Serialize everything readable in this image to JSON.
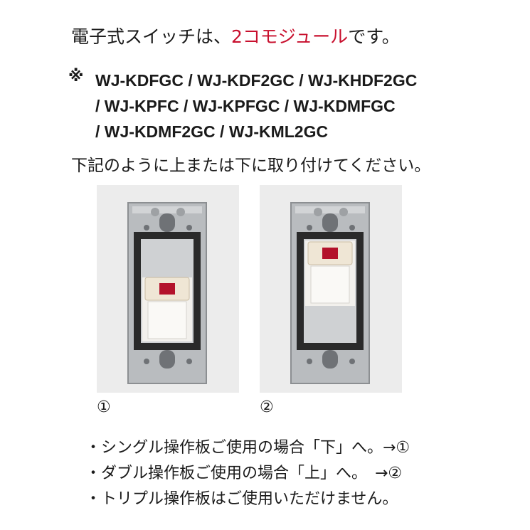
{
  "headline": {
    "prefix": "電子式スイッチは、",
    "highlight": "2コモジュール",
    "suffix": "です。"
  },
  "note_mark": "※",
  "models": [
    "WJ-KDFGC / WJ-KDF2GC / WJ-KHDF2GC",
    "/ WJ-KPFC / WJ-KPFGC / WJ-KDMFGC",
    "/ WJ-KDMF2GC / WJ-KML2GC"
  ],
  "instruction": "下記のように上または下に取り付けてください。",
  "figures": [
    {
      "caption": "①",
      "position": "bottom"
    },
    {
      "caption": "②",
      "position": "top"
    }
  ],
  "notes": [
    "・シングル操作板ご使用の場合「下」へ。→①",
    "・ダブル操作板ご使用の場合「上」へ。　→②",
    "・トリプル操作板はご使用いただけません。"
  ],
  "colors": {
    "highlight": "#c8102e",
    "switch_red": "#b3122b",
    "module": "#efe6d5"
  }
}
